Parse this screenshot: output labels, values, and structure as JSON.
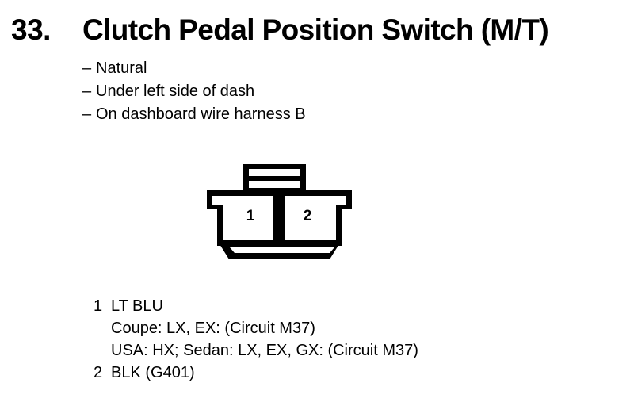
{
  "page": {
    "background_color": "#ffffff",
    "ink_color": "#000000"
  },
  "header": {
    "item_number": "33.",
    "title": "Clutch Pedal Position Switch (M/T)"
  },
  "attributes": {
    "dash": "–",
    "items": [
      {
        "text": "Natural"
      },
      {
        "text": "Under left side of dash"
      },
      {
        "text": "On dashboard wire harness B"
      }
    ]
  },
  "connector": {
    "name": "2-terminal connector",
    "cavity_count": 2,
    "pins": [
      {
        "number": "1"
      },
      {
        "number": "2"
      }
    ]
  },
  "legend": {
    "entries": [
      {
        "pin": "1",
        "label": "LT BLU",
        "sublines": [
          "Coupe: LX, EX: (Circuit M37)",
          "USA: HX; Sedan: LX, EX, GX: (Circuit M37)"
        ]
      },
      {
        "pin": "2",
        "label": "BLK (G401)",
        "sublines": []
      }
    ]
  }
}
